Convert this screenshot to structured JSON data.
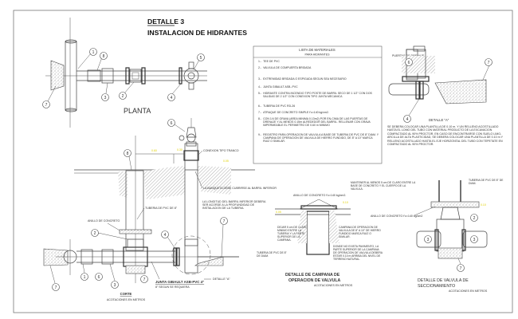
{
  "drawing": {
    "title_line1": "DETALLE 3",
    "title_line2": "INSTALACION DE HIDRANTES"
  },
  "materials": {
    "heading1": "LISTA DE MATERIALES",
    "heading2": "PARA HIDRANTES",
    "items": [
      {
        "num": "1.-",
        "text": "TEE DE PVC"
      },
      {
        "num": "2.-",
        "text": "VALVULA DE COMPUERTA BRIDADA"
      },
      {
        "num": "3.-",
        "text": "EXTREMIDAD BRIDADA O ESPIGADA SEGUN SEA NECESARIO"
      },
      {
        "num": "4.-",
        "text": "JUNTA GIBAULT ASB.-PVC"
      },
      {
        "num": "5.-",
        "text": "HIDRANTE CONTRA INCENDIO TIPO POSTE DE BARRIL SECO DE 1 1/2\" CON DOS SALIDAS DE 2 1/2\" CON CONEXION TIPO JUNTA MECANICA"
      },
      {
        "num": "6.-",
        "text": "TUBERIA DE PVC RD-26"
      },
      {
        "num": "7.-",
        "text": "ATRAQUE DE CONCRETO SIMPLE f'c=140 kg/cm2."
      },
      {
        "num": "8.-",
        "text": "CON 1/4 DE GRAVA (AREA MINIMA 0.13m2) POR EN-CIMA DE LAS PUERTAS DE DRENAJE Y AL MENOS 0.15m ALREDEDOR DEL BARRIL. RELLENAR CON GRAVA IMPERMEABLE EL PERIMETRO DE 0.60 m MINIMO"
      },
      {
        "num": "9.-",
        "text": "REGISTRO PARA OPERACION DE VALVULA A BASE DE TUBERIA DE PVC DE 8\" DIAM. Y CAMPANA DE OPERACION DE VALVULA DE HIERRO FUNDIDO, DE 8\" A 10\" MARCA RUIZ O SIMILAR."
      }
    ]
  },
  "views": {
    "planta_label": "PLANTA",
    "corte_label": "CORTE",
    "corte_units": "ACOTACIONES EN METROS",
    "detalle_a_label": "DETALLE \"A\"",
    "detalle_a_callout": "DETALLE \"A\"",
    "campana_title1": "DETALLE DE CAMPANA DE",
    "campana_title2": "OPERACION DE VALVULA",
    "campana_units": "ACOTACIONES EN METROS",
    "valvula_title1": "DETALLE DE VALVULA DE",
    "valvula_title2": "SECCIONAMIENTO",
    "valvula_units": "ACOTACIONES EN METROS"
  },
  "annotations": {
    "puertas_drenaje": "PUERTAS DE DRENAJE",
    "detalle_a_note": "SE DEBERA COLOCAR UNA PLANTILLA DE 0.10 m. Y UN RELLENO ACOSTILLADO HASTA EL LOMO DEL TUBO CON MATERIAL PRODUCTO DE LA EXCAVACION COMPACTADO AL 90% PROCTOR, EN CASO DE ENCONTRARSE CON SUELO LIMO-ARCILLA DE ALTA PLASTICIDAD, SE DEBERA COLOCAR UNA PLANTILLA DE 0.10 m Y RELLENO ACOSTILLADO HASTA EL EJE HORIZONTAL DEL TUBO CON TEPETATE EN COMPACTADO AL 90% PROCTOR.",
    "conexion_tipo_tranco": "CONEXION TIPO TRANCO",
    "banqueta": "LA BANQUETA DEBE CUBRIRSE AL BARRIL INFERIOR",
    "longitud_barril": "LA LONGITUD DEL BARRIL INFERIOR DEBERA SER ACORDE A LA PROFUNDIDAD DE INSTALACION DE LA TUBERIA.",
    "tuberia_pvc_8": "TUBERIA DE PVC DE 8\"",
    "anillo_concreto": "ANILLO DE CONCRETO",
    "junta_gibault_label": "JUNTA GIBAULT ASB-PVC 4\"",
    "junta_gibault_sub": "8\" SEGUN SE REQUIERA",
    "anillo_concreto_fc": "ANILLO DE CONCRETO f'c=140 kg/cm2.",
    "dejar_5cm": "DEJAR 5 cm DE CLARO MINIMO ENTRE LA TUBERIA Y LA PARTE SUPERIOR DE LA CAMPANA.",
    "tuberia_pvc_8_diam": "TUBERIA DE PVC DE 8\" DE DIAM.",
    "campana_operacion": "CAMPANA DE OPERACION DE VALVULA DE 8\" A 10\" DE HIERRO FUNDIDO MARCA RUIZ O SIMILAR.",
    "donde_no_exista": "DONDE NO EXISTA PAVIMENTO, LA PARTE SUPERIOR DE LA CAMPANA DE OPERACION DE VALVULA DEBERA ESTAR 0.10 m ARRIBA DEL NIVEL DE TERRENO NATURAL.",
    "mantener_5cm": "MANTENER AL MENOS 5 cm DE CLARO ENTRE LA BASE DE CONCRETO Y EL CUERPO DE LA VALVULA.",
    "tuberia_pvc_8_diam2": "TUBERIA DE PVC DE 8\" DE DIAM.",
    "anillo_concreto_fc2": "ANILLO DE CONCRETO f'c=140 kg/cm2"
  },
  "dimensions": {
    "d1": "0.60",
    "d2": "0.30",
    "d3": "0.05",
    "d4": "0.10",
    "d5": "0.05",
    "d6": "0.10",
    "d7": "0.10"
  },
  "callouts": {
    "plan": [
      "1",
      "8",
      "7",
      "3",
      "2",
      "4",
      "5"
    ],
    "section": [
      "6",
      "8",
      "2",
      "4",
      "7",
      "7",
      "1",
      "6",
      "3",
      "7"
    ],
    "detalle_a": [
      "6",
      "7",
      "4"
    ],
    "valvula": [
      "2",
      "3",
      "3",
      "7"
    ]
  }
}
